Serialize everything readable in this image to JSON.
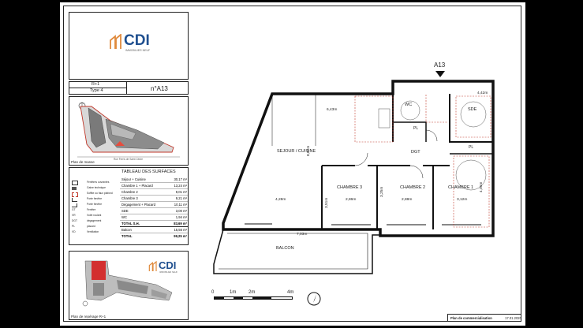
{
  "brand": {
    "name": "CDI",
    "tagline": "IMMOBILIER NEUF"
  },
  "header": {
    "floor": "R+1",
    "type": "Type 4",
    "lot": "n°A13"
  },
  "site_plan": {
    "label": "Plan de masse",
    "street": "Rue Ferris de Saint Cèdre"
  },
  "legend": {
    "items": [
      {
        "label": "Fenêtres ouvrantes"
      },
      {
        "label": "Gaine technique"
      },
      {
        "label": "Soffite ou faux plafond"
      },
      {
        "label": "Porte fenêtre"
      },
      {
        "label": "Porte fenêtre"
      },
      {
        "label": "Fenêtre"
      },
      {
        "label": "Volet roulant"
      },
      {
        "label": "dégagement"
      },
      {
        "label": "placard"
      },
      {
        "label": "Ventilation"
      }
    ],
    "codes": [
      "GT",
      "",
      "VR",
      "DGT",
      "PL",
      "VD"
    ]
  },
  "surfaces": {
    "title": "TABLEAU DES SURFACES",
    "rows": [
      {
        "label": "Séjour + Cuisine",
        "value": "30,17 m²"
      },
      {
        "label": "Chambre 1 + Placard",
        "value": "13,24 m²"
      },
      {
        "label": "Chambre 2",
        "value": "9,01 m²"
      },
      {
        "label": "Chambre 3",
        "value": "9,21 m²"
      },
      {
        "label": "Dégagement + Placard",
        "value": "10,11 m²"
      },
      {
        "label": "SDE",
        "value": "3,00 m²"
      },
      {
        "label": "WC",
        "value": "1,94 m²"
      }
    ],
    "total_sh_label": "TOTAL S.H.",
    "total_sh_value": "83,69 m²",
    "balcony_label": "Balcon",
    "balcony_value": "15,56 m²",
    "total_label": "TOTAL",
    "total_value": "99,25 m²"
  },
  "locator": {
    "label": "Plan de repérage R+1"
  },
  "plan": {
    "lot_marker": "A13",
    "rooms": {
      "sejour": "SEJOUR / CUISINE",
      "ch3": "CHAMBRE 3",
      "ch2": "CHAMBRE 2",
      "ch1": "CHAMBRE 1",
      "wc": "WC",
      "sde": "SDE",
      "dgt": "DGT",
      "pl1": "PL",
      "pl2": "PL",
      "balcon": "BALCON"
    },
    "dims": {
      "d_643": "6,43m",
      "d_442": "4,42m",
      "d_887": "8,87m",
      "d_428": "4,28m",
      "d_351": "3,51m",
      "d_286": "2,86m",
      "d_288": "2,88m",
      "d_312": "3,12m",
      "d_325": "3,25m",
      "d_405": "4,05m",
      "d_703": "7,03m"
    }
  },
  "scale": {
    "labels": [
      "0",
      "1m",
      "2m",
      "4m"
    ]
  },
  "footer": {
    "label": "Plan de commercialisation",
    "date": "17.01.2020"
  }
}
